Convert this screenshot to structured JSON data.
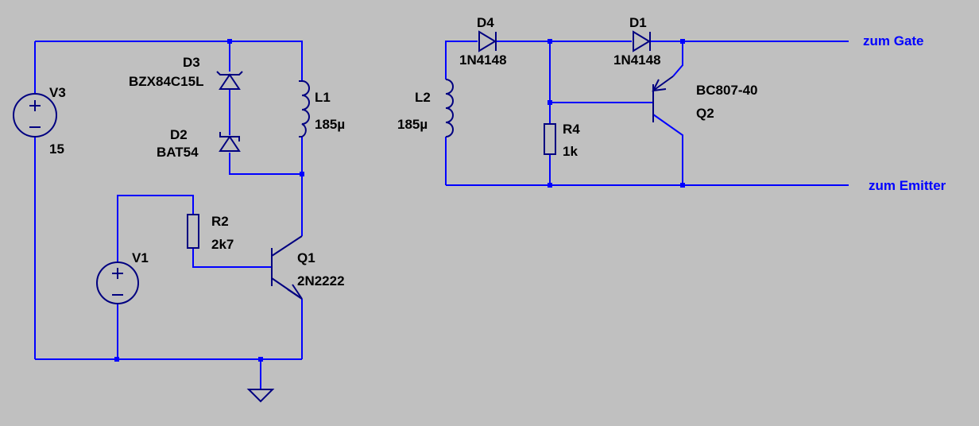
{
  "colors": {
    "background": "#c0c0c0",
    "wire": "#0000ff",
    "component": "#000080",
    "label": "#000000",
    "net_label": "#0000ff"
  },
  "components": {
    "V3": {
      "name": "V3",
      "value": "15"
    },
    "V1": {
      "name": "V1",
      "value": ""
    },
    "D3": {
      "name": "D3",
      "value": "BZX84C15L"
    },
    "D2": {
      "name": "D2",
      "value": "BAT54"
    },
    "L1": {
      "name": "L1",
      "value": "185µ"
    },
    "R2": {
      "name": "R2",
      "value": "2k7"
    },
    "Q1": {
      "name": "Q1",
      "value": "2N2222"
    },
    "D4": {
      "name": "D4",
      "value": "1N4148"
    },
    "D1": {
      "name": "D1",
      "value": "1N4148"
    },
    "L2": {
      "name": "L2",
      "value": "185µ"
    },
    "R4": {
      "name": "R4",
      "value": "1k"
    },
    "Q2": {
      "name": "Q2",
      "value": "BC807-40"
    }
  },
  "net_labels": {
    "gate": "zum Gate",
    "emitter": "zum Emitter"
  },
  "icons": {
    "voltage_source": "voltage-source-icon",
    "ground": "ground-icon",
    "zener_diode": "zener-diode-icon",
    "schottky_diode": "schottky-diode-icon",
    "diode": "diode-icon",
    "inductor": "inductor-icon",
    "resistor": "resistor-icon",
    "npn_transistor": "npn-transistor-icon",
    "pnp_transistor": "pnp-transistor-icon"
  }
}
